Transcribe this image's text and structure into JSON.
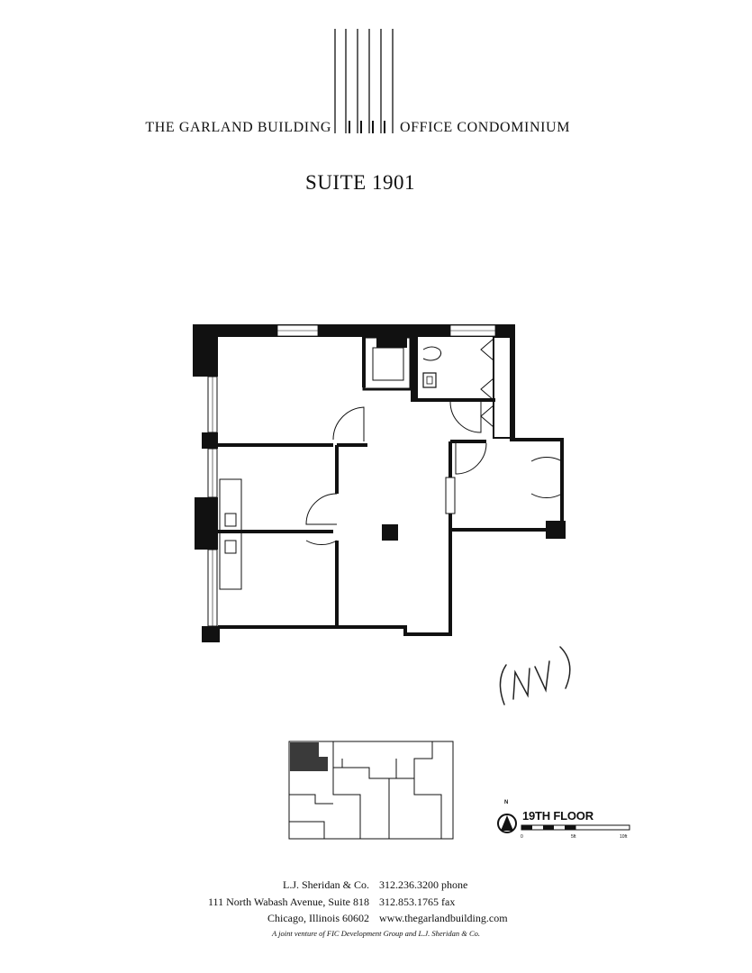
{
  "header": {
    "building_name": "THE GARLAND BUILDING",
    "logo_text": "1111",
    "subtitle": "OFFICE CONDOMINIUM"
  },
  "suite": {
    "title": "SUITE 1901"
  },
  "annotation": {
    "handwritten": "(NV)"
  },
  "floor": {
    "label": "19TH FLOOR",
    "north_letter": "N",
    "scale_ticks": [
      "0",
      "5ft",
      "10ft"
    ]
  },
  "footer": {
    "company": "L.J. Sheridan & Co.",
    "address_line": "111 North Wabash Avenue, Suite 818",
    "city_line": "Chicago, Illinois 60602",
    "phone": "312.236.3200 phone",
    "fax": "312.853.1765 fax",
    "website": "www.thegarlandbuilding.com",
    "note": "A joint venture of FIC Development Group and L.J. Sheridan & Co."
  },
  "colors": {
    "ink": "#111111",
    "paper": "#ffffff",
    "key_fill": "#3a3a3a"
  }
}
